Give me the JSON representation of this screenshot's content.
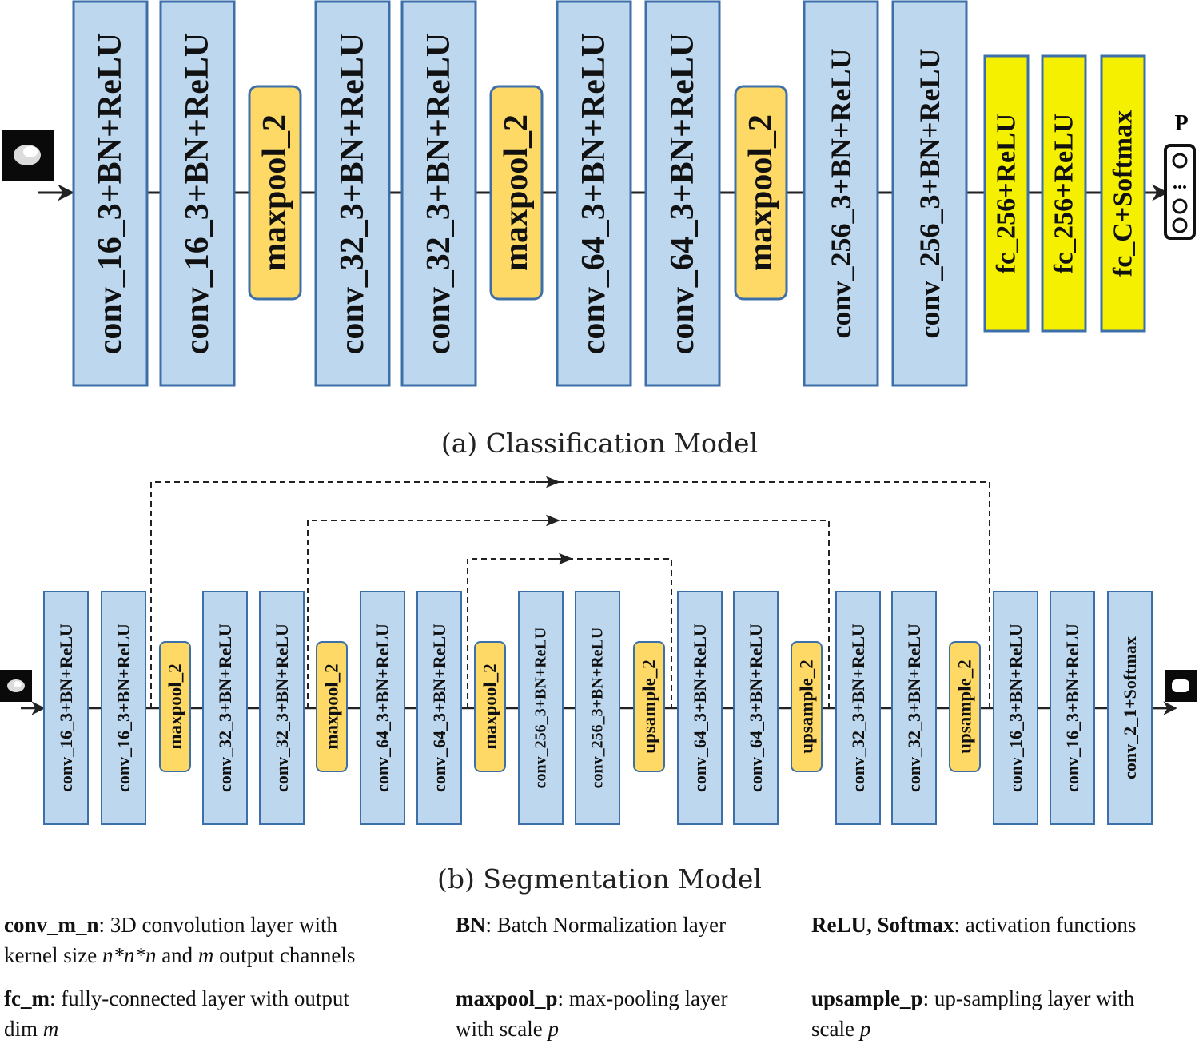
{
  "classification": {
    "caption": "(a) Classification Model",
    "layers": [
      {
        "label": "conv_16_3+BN+ReLU",
        "type": "conv"
      },
      {
        "label": "conv_16_3+BN+ReLU",
        "type": "conv"
      },
      {
        "label": "maxpool_2",
        "type": "pool"
      },
      {
        "label": "conv_32_3+BN+ReLU",
        "type": "conv"
      },
      {
        "label": "conv_32_3+BN+ReLU",
        "type": "conv"
      },
      {
        "label": "maxpool_2",
        "type": "pool"
      },
      {
        "label": "conv_64_3+BN+ReLU",
        "type": "conv"
      },
      {
        "label": "conv_64_3+BN+ReLU",
        "type": "conv"
      },
      {
        "label": "maxpool_2",
        "type": "pool"
      },
      {
        "label": "conv_256_3+BN+ReLU",
        "type": "conv"
      },
      {
        "label": "conv_256_3+BN+ReLU",
        "type": "conv"
      },
      {
        "label": "fc_256+ReLU",
        "type": "fc"
      },
      {
        "label": "fc_256+ReLU",
        "type": "fc"
      },
      {
        "label": "fc_C+Softmax",
        "type": "fc"
      }
    ],
    "output_label": "P"
  },
  "segmentation": {
    "caption": "(b) Segmentation Model",
    "layers": [
      {
        "label": "conv_16_3+BN+ReLU",
        "type": "conv"
      },
      {
        "label": "conv_16_3+BN+ReLU",
        "type": "conv"
      },
      {
        "label": "maxpool_2",
        "type": "pool"
      },
      {
        "label": "conv_32_3+BN+ReLU",
        "type": "conv"
      },
      {
        "label": "conv_32_3+BN+ReLU",
        "type": "conv"
      },
      {
        "label": "maxpool_2",
        "type": "pool"
      },
      {
        "label": "conv_64_3+BN+ReLU",
        "type": "conv"
      },
      {
        "label": "conv_64_3+BN+ReLU",
        "type": "conv"
      },
      {
        "label": "maxpool_2",
        "type": "pool"
      },
      {
        "label": "conv_256_3+BN+ReLU",
        "type": "conv"
      },
      {
        "label": "conv_256_3+BN+ReLU",
        "type": "conv"
      },
      {
        "label": "upsample_2",
        "type": "pool"
      },
      {
        "label": "conv_64_3+BN+ReLU",
        "type": "conv"
      },
      {
        "label": "conv_64_3+BN+ReLU",
        "type": "conv"
      },
      {
        "label": "upsample_2",
        "type": "pool"
      },
      {
        "label": "conv_32_3+BN+ReLU",
        "type": "conv"
      },
      {
        "label": "conv_32_3+BN+ReLU",
        "type": "conv"
      },
      {
        "label": "upsample_2",
        "type": "pool"
      },
      {
        "label": "conv_16_3+BN+ReLU",
        "type": "conv"
      },
      {
        "label": "conv_16_3+BN+ReLU",
        "type": "conv"
      },
      {
        "label": "conv_2_1+Softmax",
        "type": "conv"
      }
    ]
  },
  "legend": {
    "conv": {
      "term": "conv_m_n",
      "text1": ": 3D convolution layer with",
      "text2a": "kernel size ",
      "text2b": "n*n*n",
      "text2c": " and ",
      "text2d": "m",
      "text2e": " output channels"
    },
    "bn": {
      "term": "BN",
      "text": ": Batch Normalization layer"
    },
    "act": {
      "term": "ReLU, Softmax",
      "text": ": activation functions"
    },
    "fc": {
      "term": "fc_m",
      "text1": ": fully-connected layer with output",
      "text2a": "dim ",
      "text2b": "m"
    },
    "maxpool": {
      "term": "maxpool_p",
      "text1": ": max-pooling layer",
      "text2a": "with scale ",
      "text2b": "p"
    },
    "upsample": {
      "term": "upsample_p",
      "text1": ": up-sampling layer with",
      "text2a": "scale ",
      "text2b": "p"
    }
  },
  "colors": {
    "conv_fill": "#bdd7ee",
    "conv_stroke": "#3d6fa8",
    "pool_fill": "#ffd966",
    "pool_stroke": "#3d6fa8",
    "fc_fill": "#f5ef00",
    "fc_stroke": "#3d6fa8"
  }
}
